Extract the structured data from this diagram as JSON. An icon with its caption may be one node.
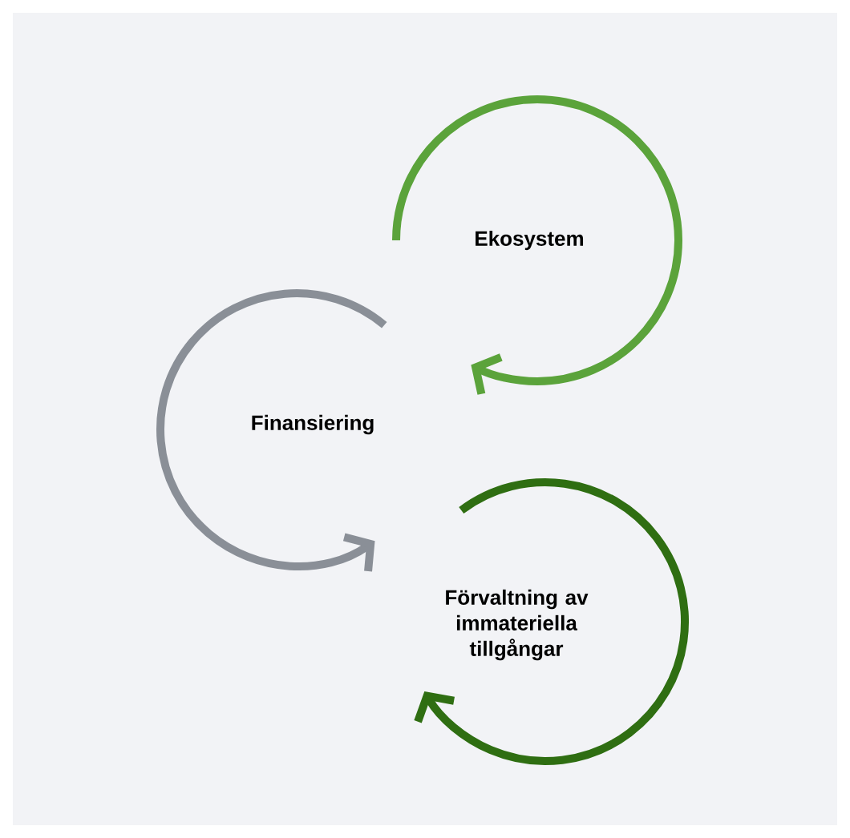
{
  "diagram": {
    "nodes": [
      {
        "text": [
          "Ekosystem"
        ]
      },
      {
        "text": [
          "Finansiering"
        ]
      },
      {
        "text": [
          "Förvaltning av immateriella tillgångar"
        ]
      }
    ]
  }
}
